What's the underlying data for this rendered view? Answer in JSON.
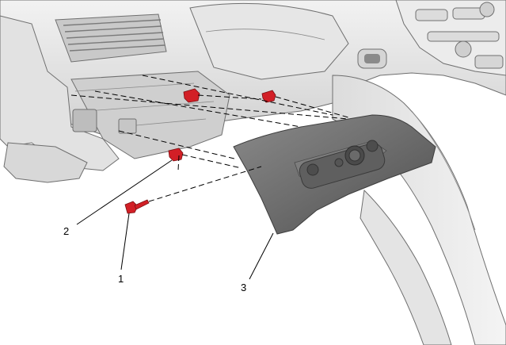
{
  "callouts": [
    {
      "id": "1",
      "label": "1",
      "part": "fastener"
    },
    {
      "id": "2",
      "label": "2",
      "part": "clip"
    },
    {
      "id": "3",
      "label": "3",
      "part": "trim-panel"
    }
  ],
  "colors": {
    "fastener": "#d21f26",
    "line": "#000000",
    "panel": "#6b6b6b",
    "dash_body": "#d9d9d9"
  }
}
